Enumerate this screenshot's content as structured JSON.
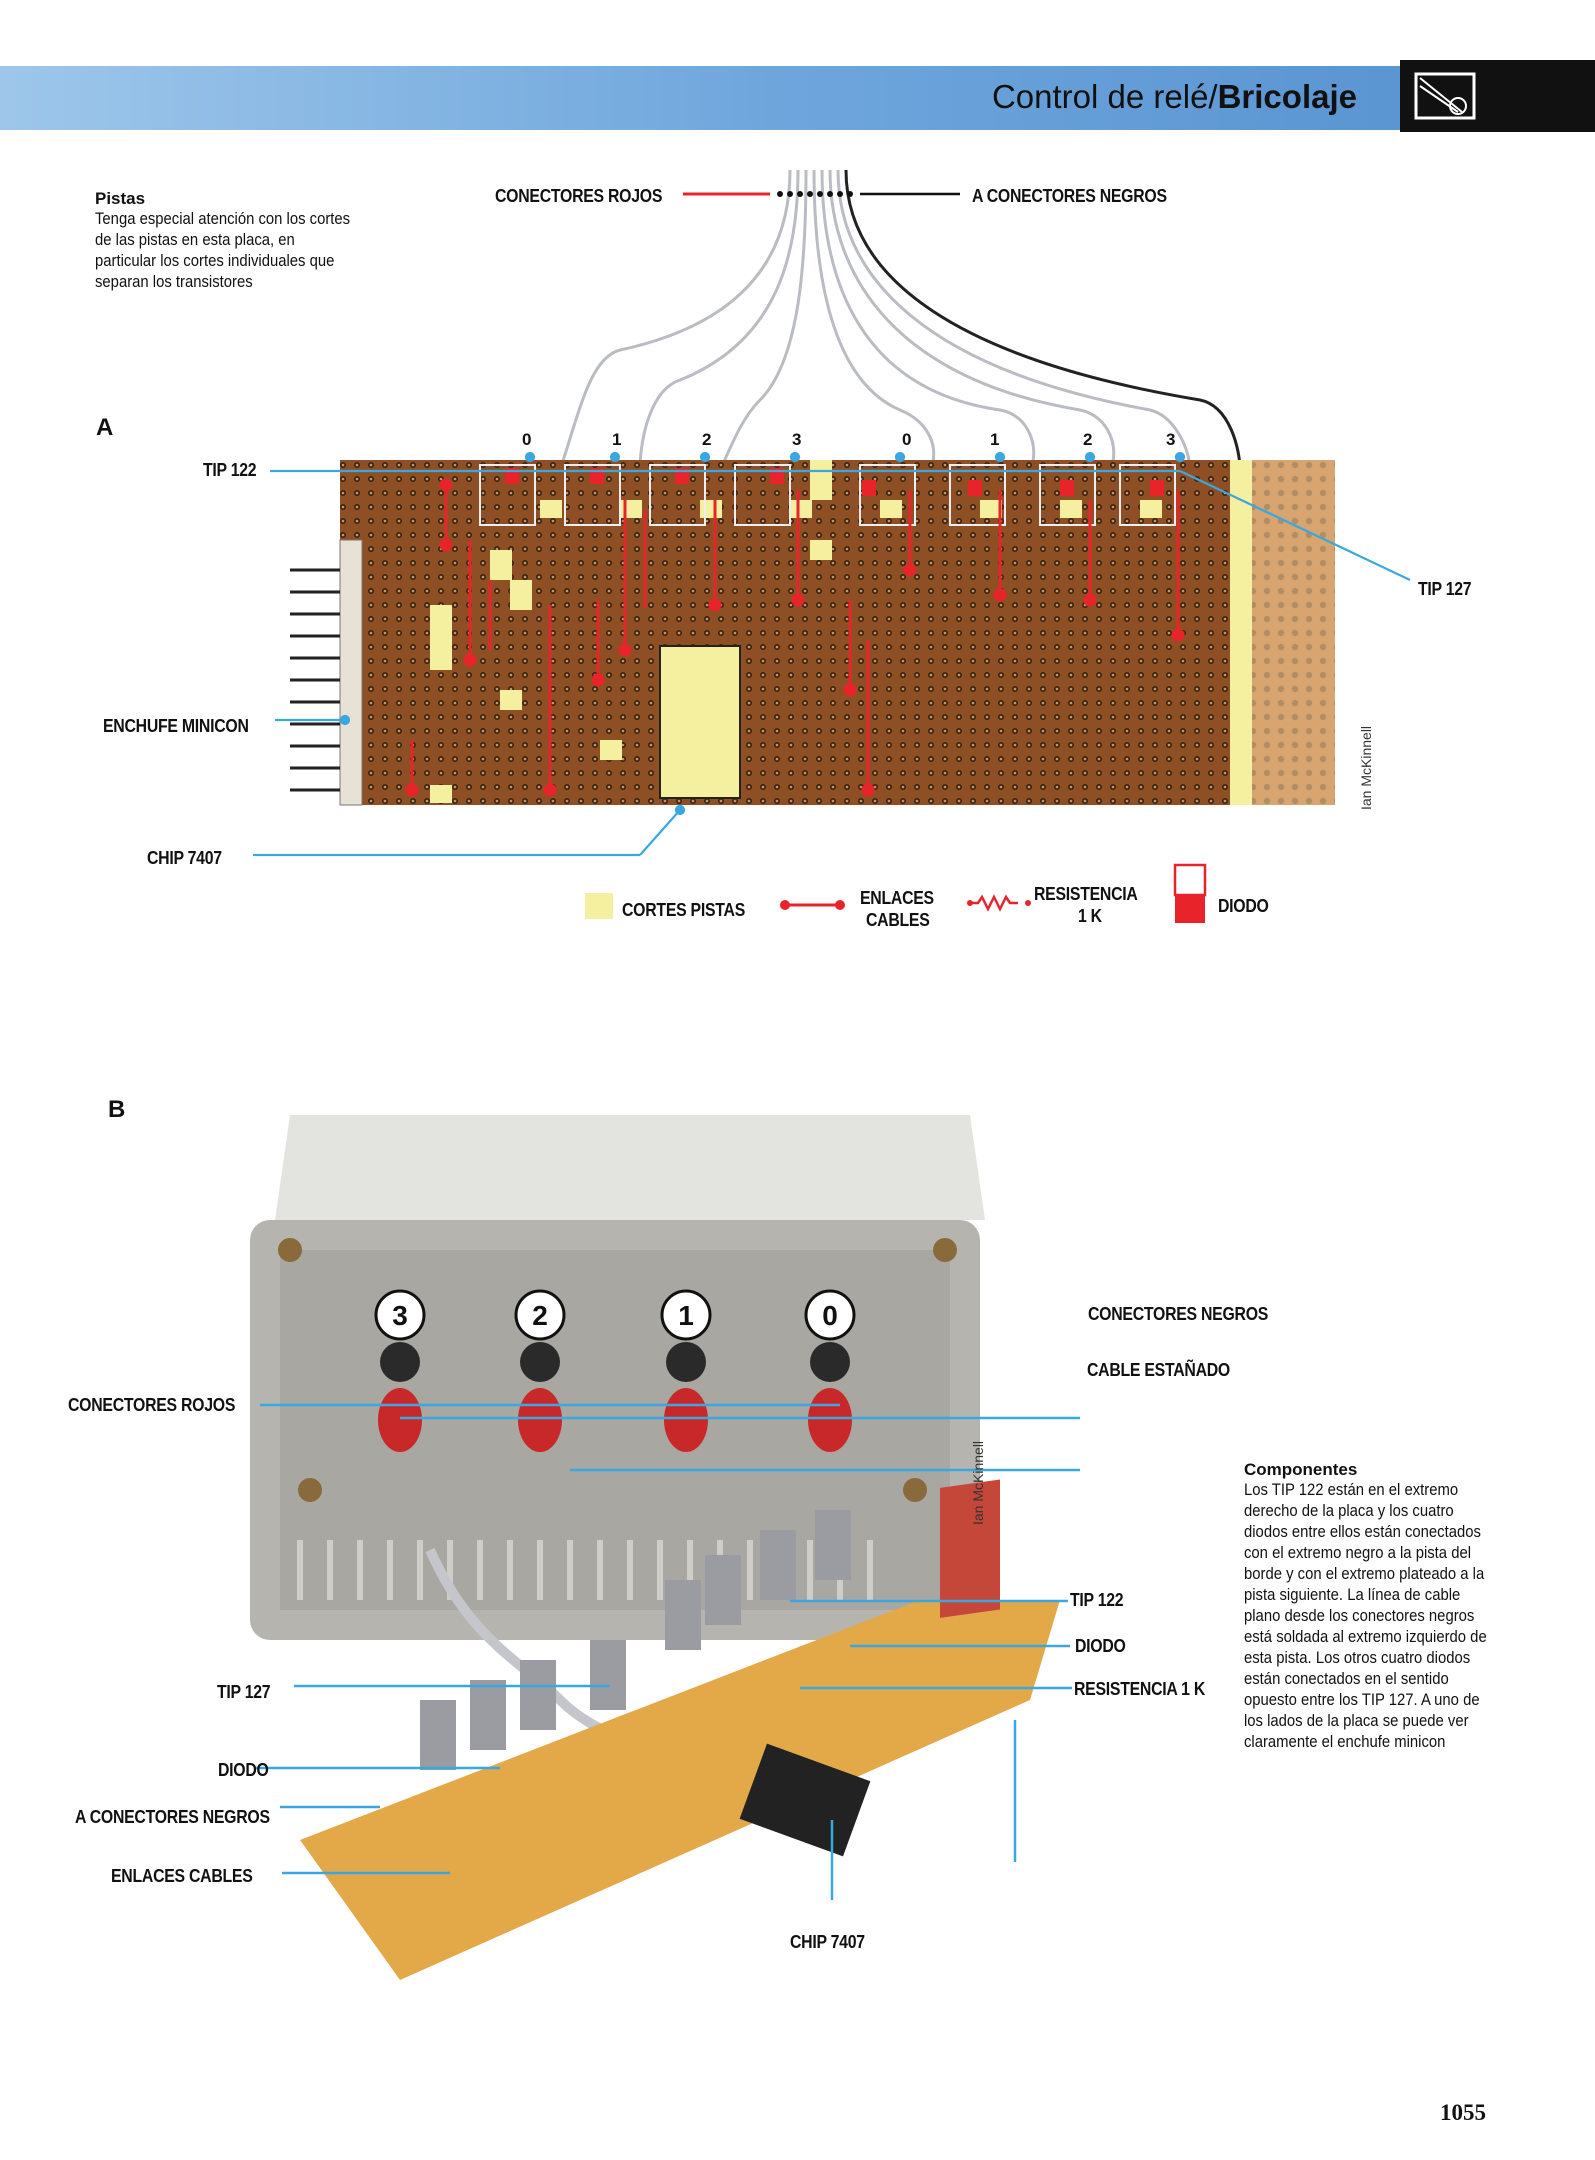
{
  "header": {
    "title_prefix": "Control de relé/",
    "title_bold": "Bricolaje",
    "icon": "relay-logo-icon"
  },
  "notes": {
    "pistas": {
      "title": "Pistas",
      "body": "Tenga especial atención con los cortes de las pistas en esta placa, en particular los cortes individuales que separan los transistores"
    },
    "componentes": {
      "title": "Componentes",
      "body": "Los TIP 122 están en el extremo derecho de la placa y los cuatro diodos entre ellos están conectados con el extremo negro a la pista del borde y con el extremo plateado a la pista siguiente. La línea de cable plano desde los conectores negros está soldada al extremo izquierdo de esta pista. Los otros cuatro diodos están conectados en el sentido opuesto entre los TIP 127. A uno de los lados de la placa se puede ver claramente el enchufe minicon"
    }
  },
  "figure_a": {
    "section_label": "A",
    "labels": {
      "conectores_rojos": "CONECTORES ROJOS",
      "a_conectores_negros": "A CONECTORES NEGROS",
      "tip122": "TIP 122",
      "tip127": "TIP 127",
      "enchufe_minicon": "ENCHUFE MINICON",
      "chip7407": "CHIP 7407"
    },
    "channel_numbers": [
      "0",
      "1",
      "2",
      "3",
      "0",
      "1",
      "2",
      "3"
    ],
    "credit": "Ian McKinnell",
    "legend": {
      "cortes_pistas": "CORTES PISTAS",
      "enlaces_cables_1": "ENLACES",
      "enlaces_cables_2": "CABLES",
      "resistencia_1": "RESISTENCIA",
      "resistencia_2": "1 K",
      "diodo": "DIODO",
      "colors": {
        "cut": "#f5f0a0",
        "wire": "#e8242a",
        "board": "#9a5a2c"
      }
    }
  },
  "figure_b": {
    "section_label": "B",
    "socket_numbers": [
      "3",
      "2",
      "1",
      "0"
    ],
    "labels": {
      "conectores_negros": "CONECTORES NEGROS",
      "cable_estanado": "CABLE ESTAÑADO",
      "conectores_rojos": "CONECTORES ROJOS",
      "tip122": "TIP 122",
      "diodo_right": "DIODO",
      "resistencia": "RESISTENCIA 1 K",
      "tip127": "TIP 127",
      "diodo_left": "DIODO",
      "a_conectores_negros": "A CONECTORES NEGROS",
      "enlaces_cables": "ENLACES CABLES",
      "chip7407": "CHIP 7407"
    },
    "credit": "Ian McKinnell"
  },
  "page_number": "1055",
  "colors": {
    "leader": "#3aa7e0",
    "header_blue": "#6ea6dc"
  }
}
